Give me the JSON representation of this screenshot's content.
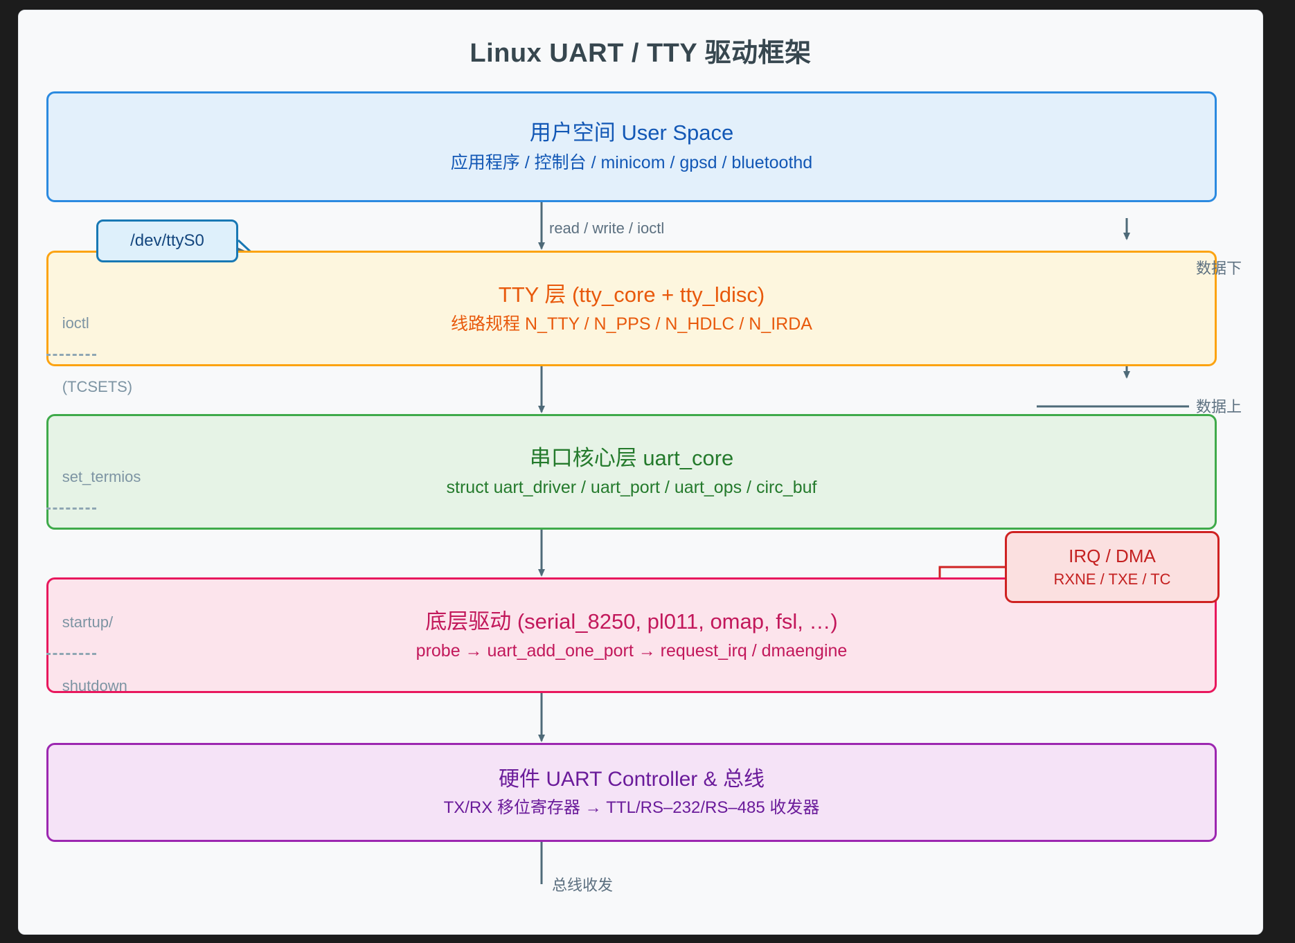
{
  "diagram": {
    "title": "Linux UART / TTY 驱动框架",
    "type": "layered-block-diagram",
    "colors": {
      "background": "#f8f9fa",
      "page": "#1c1c1c",
      "title": "#37474f",
      "user_space": "#2b8ae0",
      "tty": "#fca311",
      "uart_core": "#3faa4a",
      "driver": "#e8185d",
      "hardware": "#9c27b0",
      "irq_dma": "#cf2222",
      "edge": "#4e6a78"
    }
  },
  "layers": [
    {
      "id": "user-space",
      "title": "用户空间 User Space",
      "subtitle": "应用程序 / 控制台 / minicom / gpsd / bluetoothd"
    },
    {
      "id": "tty",
      "title": "TTY 层 (tty_core + tty_ldisc)",
      "subtitle": "线路规程 N_TTY / N_PPS / N_HDLC / N_IRDA"
    },
    {
      "id": "uart-core",
      "title": "串口核心层 uart_core",
      "subtitle": "struct uart_driver / uart_port / uart_ops / circ_buf"
    },
    {
      "id": "low-level-driver",
      "title": "底层驱动 (serial_8250, pl011, omap, fsl, …)",
      "subtitle": "probe → uart_add_one_port → request_irq / dmaengine"
    },
    {
      "id": "hardware",
      "title": "硬件 UART Controller & 总线",
      "subtitle": "TX/RX 移位寄存器 → TTL/RS–232/RS–485 收发器"
    }
  ],
  "nodes": {
    "dev_tty": {
      "label": "/dev/ttyS0"
    },
    "irq_dma": {
      "title": "IRQ / DMA",
      "subtitle": "RXNE / TXE / TC"
    }
  },
  "edge_labels": {
    "read_write_ioctl": "read / write / ioctl",
    "ioctl_line1": "ioctl",
    "ioctl_line2": "(TCSETS)",
    "set_termios": "set_termios",
    "startup_line1": "startup/",
    "startup_line2": "shutdown",
    "data_down": "数据下",
    "data_up": "数据上",
    "bus_txrx": "总线收发"
  }
}
